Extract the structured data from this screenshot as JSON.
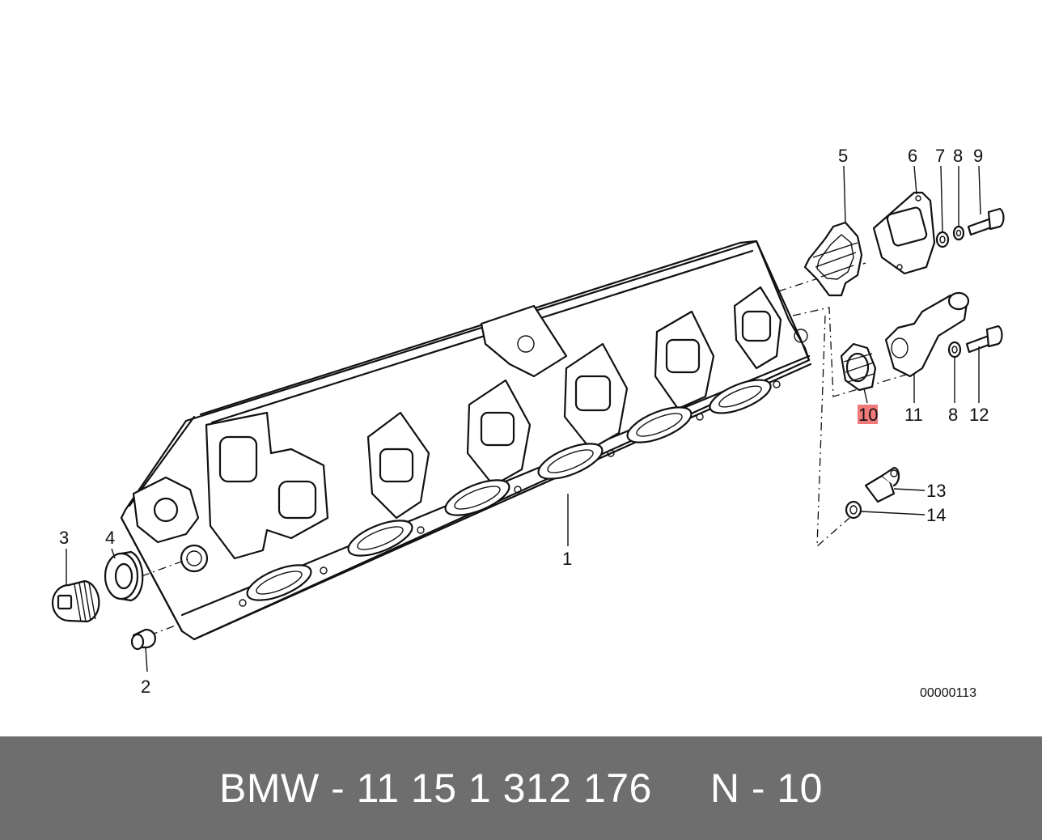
{
  "diagram": {
    "reference_code": "00000113",
    "callouts": [
      {
        "id": "c1",
        "label": "1"
      },
      {
        "id": "c2",
        "label": "2"
      },
      {
        "id": "c3",
        "label": "3"
      },
      {
        "id": "c4",
        "label": "4"
      },
      {
        "id": "c5",
        "label": "5"
      },
      {
        "id": "c6",
        "label": "6"
      },
      {
        "id": "c7",
        "label": "7"
      },
      {
        "id": "c8a",
        "label": "8"
      },
      {
        "id": "c9",
        "label": "9"
      },
      {
        "id": "c10",
        "label": "10",
        "highlighted": true
      },
      {
        "id": "c11",
        "label": "11"
      },
      {
        "id": "c8b",
        "label": "8"
      },
      {
        "id": "c12",
        "label": "12"
      },
      {
        "id": "c13",
        "label": "13"
      },
      {
        "id": "c14",
        "label": "14"
      }
    ],
    "highlight_color": "#f07a7a"
  },
  "footer": {
    "part_text": "BMW - 11 15 1 312 176     N - 10",
    "background": "#6e6e6e",
    "text_color": "#ffffff"
  }
}
